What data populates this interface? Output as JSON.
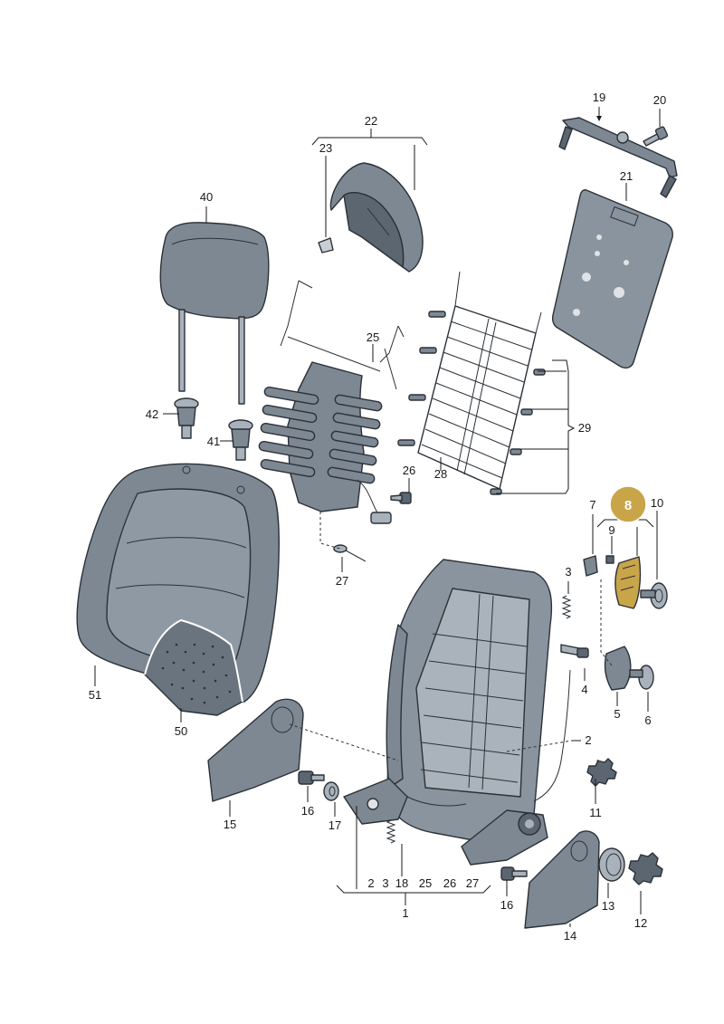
{
  "labels": {
    "p1": "1",
    "p2": "2",
    "p3": "3",
    "p4": "4",
    "p5": "5",
    "p6": "6",
    "p7": "7",
    "p8": "8",
    "p9": "9",
    "p10": "10",
    "p11": "11",
    "p12": "12",
    "p13": "13",
    "p14": "14",
    "p15": "15",
    "p16a": "16",
    "p16b": "16",
    "p17": "17",
    "p19": "19",
    "p20": "20",
    "p21": "21",
    "p22": "22",
    "p23": "23",
    "p25": "25",
    "p26": "26",
    "p27": "27",
    "p28": "28",
    "p29": "29",
    "p40": "40",
    "p41": "41",
    "p42": "42",
    "p50": "50",
    "p51": "51"
  },
  "group_1": [
    "2",
    "3",
    "18",
    "25",
    "26",
    "27"
  ],
  "highlight": {
    "part": "8",
    "color": "#c9a54a"
  },
  "colors": {
    "part_fill": "#7d8893",
    "part_light": "#a9b2bb",
    "part_dark": "#5c6670",
    "outline": "#2b3138"
  }
}
